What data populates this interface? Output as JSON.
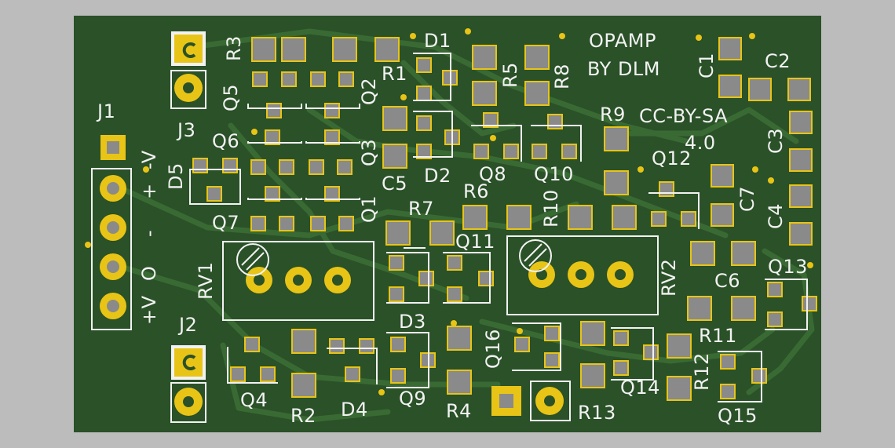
{
  "board_title": {
    "line1": "OPAMP",
    "line2": "BY DLM"
  },
  "license": {
    "line1": "CC-BY-SA",
    "line2": "4.0"
  },
  "colors": {
    "background": "#bcbcbc",
    "board": "#2a5128",
    "trace": "#3a6a33",
    "pad": "#8a8a8a",
    "copper": "#e8c416",
    "silk": "#f2f2f2"
  },
  "connector_j1": {
    "ref": "J1",
    "pins": [
      "-V",
      "+",
      "-",
      "O",
      "+V"
    ]
  },
  "labels": {
    "J1": "J1",
    "J2": "J2",
    "J3": "J3",
    "R1": "R1",
    "R2": "R2",
    "R3": "R3",
    "R4": "R4",
    "R5": "R5",
    "R6": "R6",
    "R7": "R7",
    "R8": "R8",
    "R9": "R9",
    "R10": "R10",
    "R11": "R11",
    "R12": "R12",
    "R13": "R13",
    "C1": "C1",
    "C2": "C2",
    "C3": "C3",
    "C4": "C4",
    "C5": "C5",
    "C6": "C6",
    "C7": "C7",
    "D1": "D1",
    "D2": "D2",
    "D3": "D3",
    "D4": "D4",
    "D5": "D5",
    "Q1": "Q1",
    "Q2": "Q2",
    "Q3": "Q3",
    "Q4": "Q4",
    "Q5": "Q5",
    "Q6": "Q6",
    "Q7": "Q7",
    "Q8": "Q8",
    "Q9": "Q9",
    "Q10": "Q10",
    "Q11": "Q11",
    "Q12": "Q12",
    "Q13": "Q13",
    "Q14": "Q14",
    "Q15": "Q15",
    "Q16": "Q16",
    "RV1": "RV1",
    "RV2": "RV2"
  }
}
